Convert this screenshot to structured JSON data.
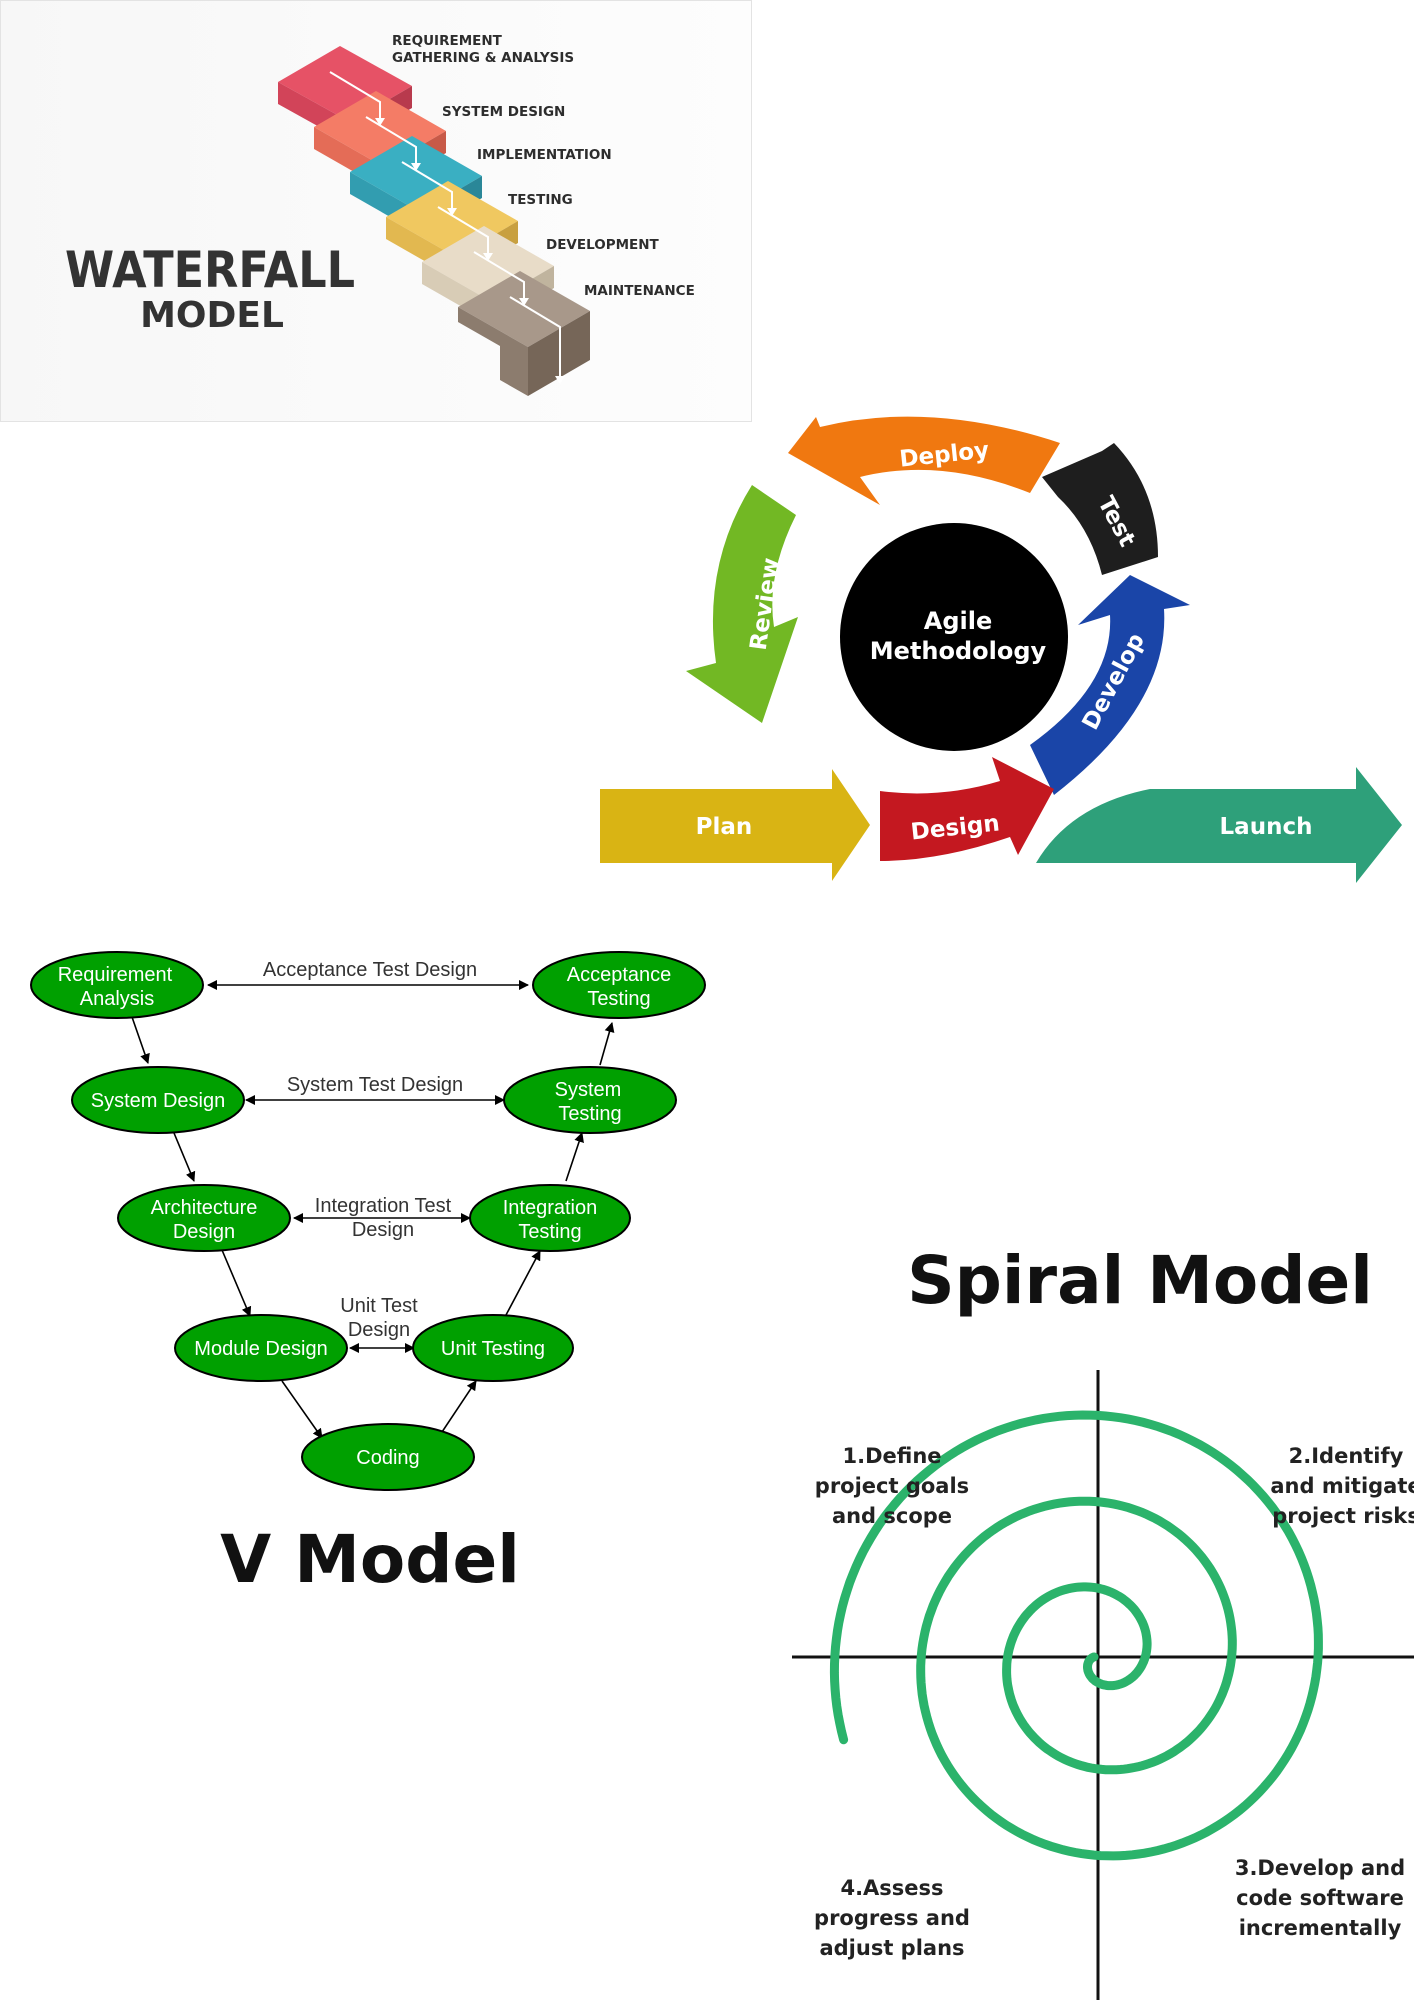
{
  "waterfall": {
    "title_line1": "WATERFALL",
    "title_line2": "MODEL",
    "steps": [
      {
        "label_line1": "REQUIREMENT",
        "label_line2": "GATHERING & ANALYSIS",
        "color": "#e65266"
      },
      {
        "label_line1": "SYSTEM DESIGN",
        "label_line2": "",
        "color": "#f47c66"
      },
      {
        "label_line1": "IMPLEMENTATION",
        "label_line2": "",
        "color": "#3aafc2"
      },
      {
        "label_line1": "TESTING",
        "label_line2": "",
        "color": "#f0c860"
      },
      {
        "label_line1": "DEVELOPMENT",
        "label_line2": "",
        "color": "#e8dcc8"
      },
      {
        "label_line1": "MAINTENANCE",
        "label_line2": "",
        "color": "#a8988a"
      }
    ]
  },
  "agile": {
    "center_line1": "Agile",
    "center_line2": "Methodology",
    "arrows": {
      "deploy": {
        "label": "Deploy",
        "color": "#f07810"
      },
      "test": {
        "label": "Test",
        "color": "#1e1e1e"
      },
      "develop": {
        "label": "Develop",
        "color": "#1a45a8"
      },
      "design": {
        "label": "Design",
        "color": "#c41820"
      },
      "review": {
        "label": "Review",
        "color": "#72b824"
      },
      "plan": {
        "label": "Plan",
        "color": "#d9b414"
      },
      "launch": {
        "label": "Launch",
        "color": "#2ea07a"
      }
    }
  },
  "vmodel": {
    "title": "V Model",
    "node_color": "#00a000",
    "nodes": {
      "requirement": {
        "line1": "Requirement",
        "line2": "Analysis"
      },
      "system_design": {
        "line1": "System Design"
      },
      "architecture": {
        "line1": "Architecture",
        "line2": "Design"
      },
      "module_design": {
        "line1": "Module Design"
      },
      "coding": {
        "line1": "Coding"
      },
      "unit_testing": {
        "line1": "Unit Testing"
      },
      "integration_testing": {
        "line1": "Integration",
        "line2": "Testing"
      },
      "system_testing": {
        "line1": "System",
        "line2": "Testing"
      },
      "acceptance_testing": {
        "line1": "Acceptance",
        "line2": "Testing"
      }
    },
    "edges": {
      "acceptance_test_design": {
        "line1": "Acceptance Test Design"
      },
      "system_test_design": {
        "line1": "System Test Design"
      },
      "integration_test_design": {
        "line1": "Integration Test",
        "line2": "Design"
      },
      "unit_test_design": {
        "line1": "Unit Test",
        "line2": "Design"
      }
    }
  },
  "spiral": {
    "title": "Spiral Model",
    "color": "#2bb36b",
    "quadrants": {
      "q1": {
        "line1": "1.Define",
        "line2": "project goals",
        "line3": "and scope"
      },
      "q2": {
        "line1": "2.Identify",
        "line2": "and mitigate",
        "line3": "project risks"
      },
      "q3": {
        "line1": "3.Develop and",
        "line2": "code software",
        "line3": "incrementally"
      },
      "q4": {
        "line1": "4.Assess",
        "line2": "progress and",
        "line3": "adjust plans"
      }
    }
  }
}
